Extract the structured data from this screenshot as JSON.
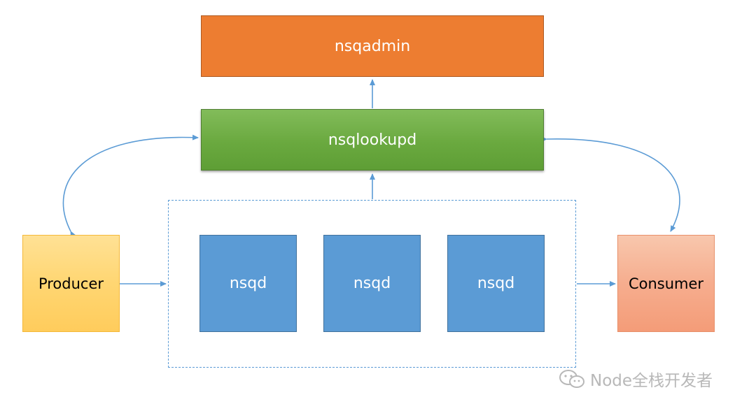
{
  "nodes": {
    "nsqadmin": "nsqadmin",
    "nsqlookupd": "nsqlookupd",
    "nsqd": [
      "nsqd",
      "nsqd",
      "nsqd"
    ],
    "producer": "Producer",
    "consumer": "Consumer"
  },
  "colors": {
    "nsqadmin": "#ed7d31",
    "nsqlookupd": "#70ad47",
    "nsqd": "#5b9bd5",
    "producer": "#ffd166",
    "consumer": "#f4a582",
    "connector": "#5b9bd5"
  },
  "icons": {
    "watermark_logo": "wechat-icon"
  },
  "watermark": {
    "text": "Node全栈开发者"
  }
}
